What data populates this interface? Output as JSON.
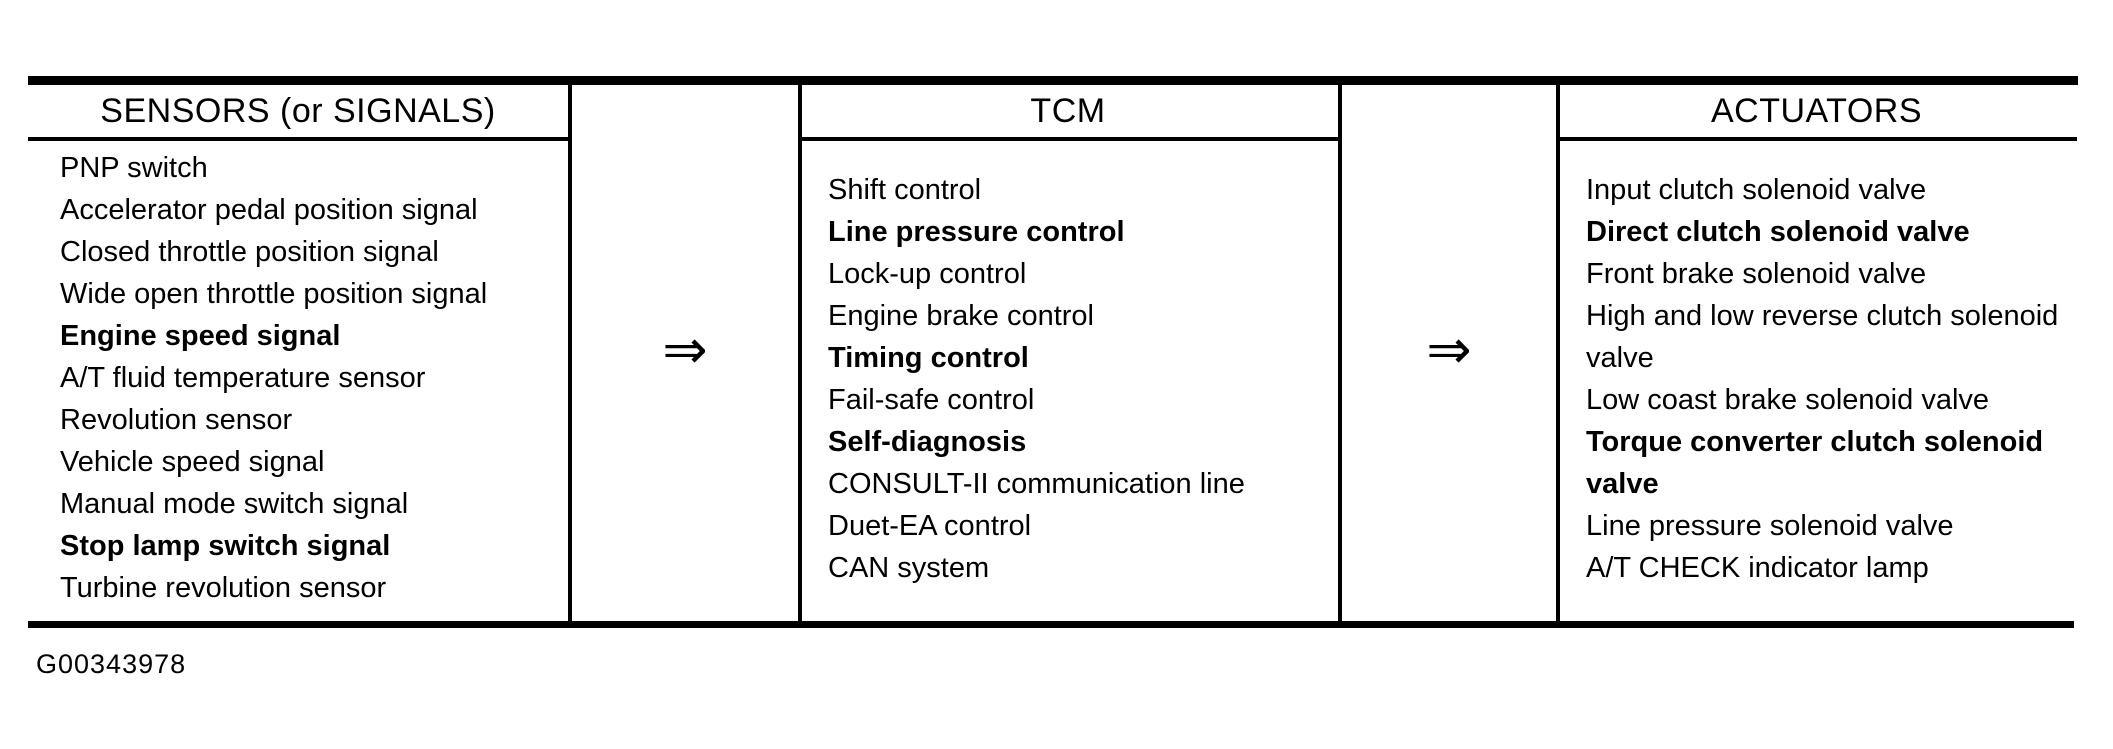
{
  "figure_code": "G00343978",
  "flow_arrow": "⇒",
  "columns": [
    {
      "header": "SENSORS (or SIGNALS)",
      "items": [
        {
          "text": "PNP switch",
          "bold": false
        },
        {
          "text": "Accelerator pedal position signal",
          "bold": false
        },
        {
          "text": "Closed throttle position signal",
          "bold": false
        },
        {
          "text": "Wide open throttle position signal",
          "bold": false
        },
        {
          "text": "Engine speed signal",
          "bold": true
        },
        {
          "text": "A/T fluid temperature sensor",
          "bold": false
        },
        {
          "text": "Revolution sensor",
          "bold": false
        },
        {
          "text": "Vehicle speed signal",
          "bold": false
        },
        {
          "text": "Manual mode switch signal",
          "bold": false
        },
        {
          "text": "Stop lamp switch signal",
          "bold": true
        },
        {
          "text": "Turbine revolution sensor",
          "bold": false
        }
      ]
    },
    {
      "header": "TCM",
      "items": [
        {
          "text": "Shift control",
          "bold": false
        },
        {
          "text": "Line pressure control",
          "bold": true
        },
        {
          "text": "Lock-up control",
          "bold": false
        },
        {
          "text": "Engine brake control",
          "bold": false
        },
        {
          "text": "Timing control",
          "bold": true
        },
        {
          "text": "Fail-safe control",
          "bold": false
        },
        {
          "text": "Self-diagnosis",
          "bold": true
        },
        {
          "text": "CONSULT-II communication line",
          "bold": false
        },
        {
          "text": "Duet-EA control",
          "bold": false
        },
        {
          "text": "CAN system",
          "bold": false
        }
      ]
    },
    {
      "header": "ACTUATORS",
      "items": [
        {
          "text": "Input clutch solenoid valve",
          "bold": false
        },
        {
          "text": "Direct clutch solenoid valve",
          "bold": true
        },
        {
          "text": "Front brake solenoid valve",
          "bold": false
        },
        {
          "text": "High and low reverse clutch solenoid valve",
          "bold": false
        },
        {
          "text": "Low coast brake solenoid valve",
          "bold": false
        },
        {
          "text": "Torque converter clutch solenoid valve",
          "bold": true
        },
        {
          "text": "Line pressure solenoid valve",
          "bold": false
        },
        {
          "text": "A/T CHECK indicator lamp",
          "bold": false
        }
      ]
    }
  ]
}
